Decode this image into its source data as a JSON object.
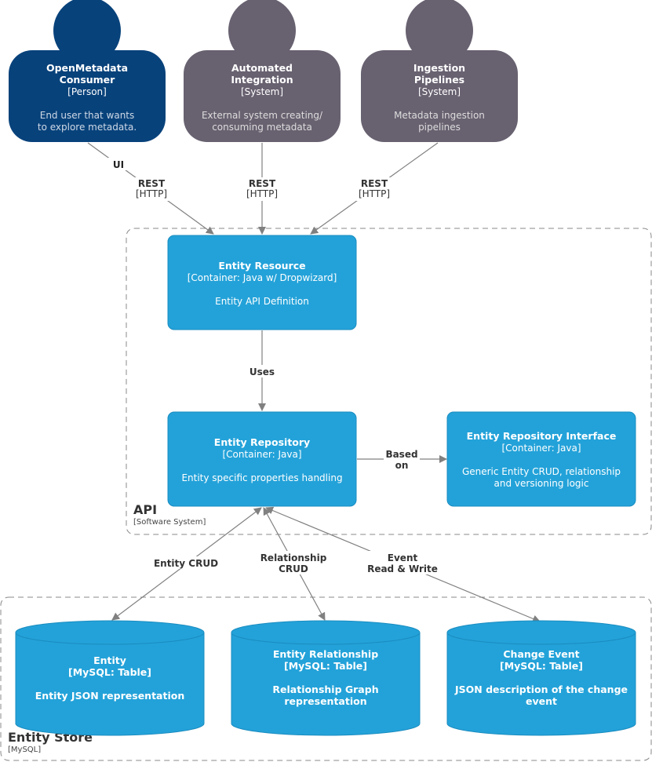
{
  "people": [
    {
      "key": "consumer",
      "name_line1": "OpenMetadata",
      "name_line2": "Consumer",
      "type": "[Person]",
      "desc_line1": "End user that wants",
      "desc_line2": "to explore metadata.",
      "color": "#08427B"
    },
    {
      "key": "integration",
      "name_line1": "Automated",
      "name_line2": "Integration",
      "type": "[System]",
      "desc_line1": "External system creating/",
      "desc_line2": "consuming metadata",
      "color": "#686170"
    },
    {
      "key": "pipelines",
      "name_line1": "Ingestion",
      "name_line2": "Pipelines",
      "type": "[System]",
      "desc_line1": "Metadata ingestion",
      "desc_line2": "pipelines",
      "color": "#686170"
    }
  ],
  "edges_top": {
    "ui_label": "UI",
    "rest_label": "REST",
    "http_label": "[HTTP]"
  },
  "api_boundary": {
    "name": "API",
    "type": "[Software System]"
  },
  "containers": {
    "entity_resource": {
      "name": "Entity Resource",
      "type": "[Container: Java w/ Dropwizard]",
      "desc": "Entity API Definition"
    },
    "entity_repository": {
      "name": "Entity Repository",
      "type": "[Container: Java]",
      "desc": "Entity specific properties handling"
    },
    "repository_interface": {
      "name": "Entity Repository Interface",
      "type": "[Container: Java]",
      "desc_line1": "Generic Entity CRUD, relationship",
      "desc_line2": "and versioning logic"
    }
  },
  "edge_labels": {
    "uses": "Uses",
    "based_line1": "Based",
    "based_line2": "on",
    "entity_crud": "Entity CRUD",
    "rel_line1": "Relationship",
    "rel_line2": "CRUD",
    "event_line1": "Event",
    "event_line2": "Read & Write"
  },
  "store_boundary": {
    "name": "Entity Store",
    "type": "[MySQL]"
  },
  "tables": [
    {
      "key": "entity",
      "name": "Entity",
      "type": "[MySQL: Table]",
      "desc_line1": "Entity JSON representation",
      "desc_line2": ""
    },
    {
      "key": "relationship",
      "name": "Entity Relationship",
      "type": "[MySQL: Table]",
      "desc_line1": "Relationship Graph",
      "desc_line2": "representation"
    },
    {
      "key": "change",
      "name": "Change Event",
      "type": "[MySQL: Table]",
      "desc_line1": "JSON description of the change",
      "desc_line2": "event"
    }
  ],
  "colors": {
    "container": "#23A2D9",
    "container_stroke": "#1a8cc0",
    "edge": "#808080",
    "boundary": "#888888",
    "text_dark": "#333333"
  }
}
